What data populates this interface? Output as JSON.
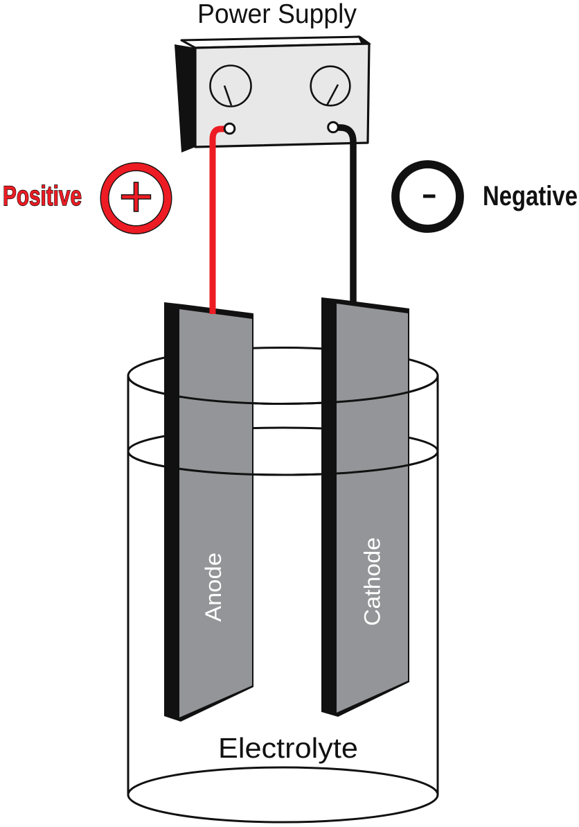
{
  "title": "Power Supply",
  "labels": {
    "positive": "Positive",
    "negative": "Negative",
    "anode": "Anode",
    "cathode": "Cathode",
    "electrolyte": "Electrolyte"
  },
  "symbols": {
    "positive_sign": "+",
    "negative_sign": "-"
  },
  "icons": {
    "positive_terminal": "plus-icon",
    "negative_terminal": "minus-icon",
    "power_supply_knobs": "dial-icon"
  },
  "colors": {
    "positive_red": "#ed1c24",
    "ink_black": "#111111",
    "electrode_gray": "#939598",
    "panel_face_gray": "#e8e8e8",
    "panel_top_white": "#fcfcfc"
  }
}
